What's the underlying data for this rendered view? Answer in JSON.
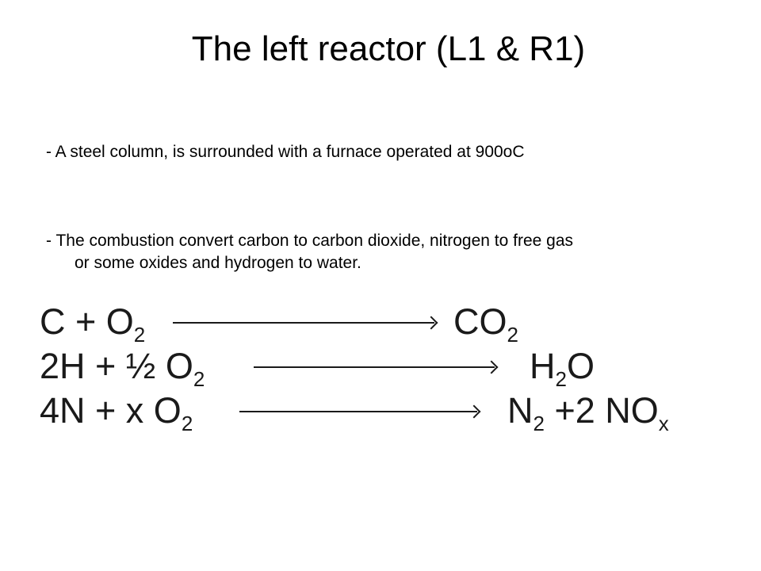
{
  "slide": {
    "title": "The left reactor (L1 & R1)",
    "bullets": [
      {
        "dash": "- ",
        "text": "A steel column, is surrounded with a furnace operated at 900oC"
      },
      {
        "dash": "- ",
        "text": "The combustion convert carbon to carbon dioxide, nitrogen to free gas",
        "continuation": "or some oxides and hydrogen to water."
      }
    ],
    "reactions": [
      {
        "lhs_pre": "C + O",
        "lhs_sub": "2",
        "rhs_pre": "CO",
        "rhs_sub": "2",
        "rhs_post": ""
      },
      {
        "lhs_pre": "2H + ½ O",
        "lhs_sub": "2",
        "rhs_pre": "H",
        "rhs_sub": "2",
        "rhs_post": "O"
      },
      {
        "lhs_pre": "4N + x O",
        "lhs_sub": "2",
        "rhs_pre": "N",
        "rhs_sub": "2",
        "rhs_post": " +2 NO",
        "rhs_sub2": "x"
      }
    ]
  }
}
